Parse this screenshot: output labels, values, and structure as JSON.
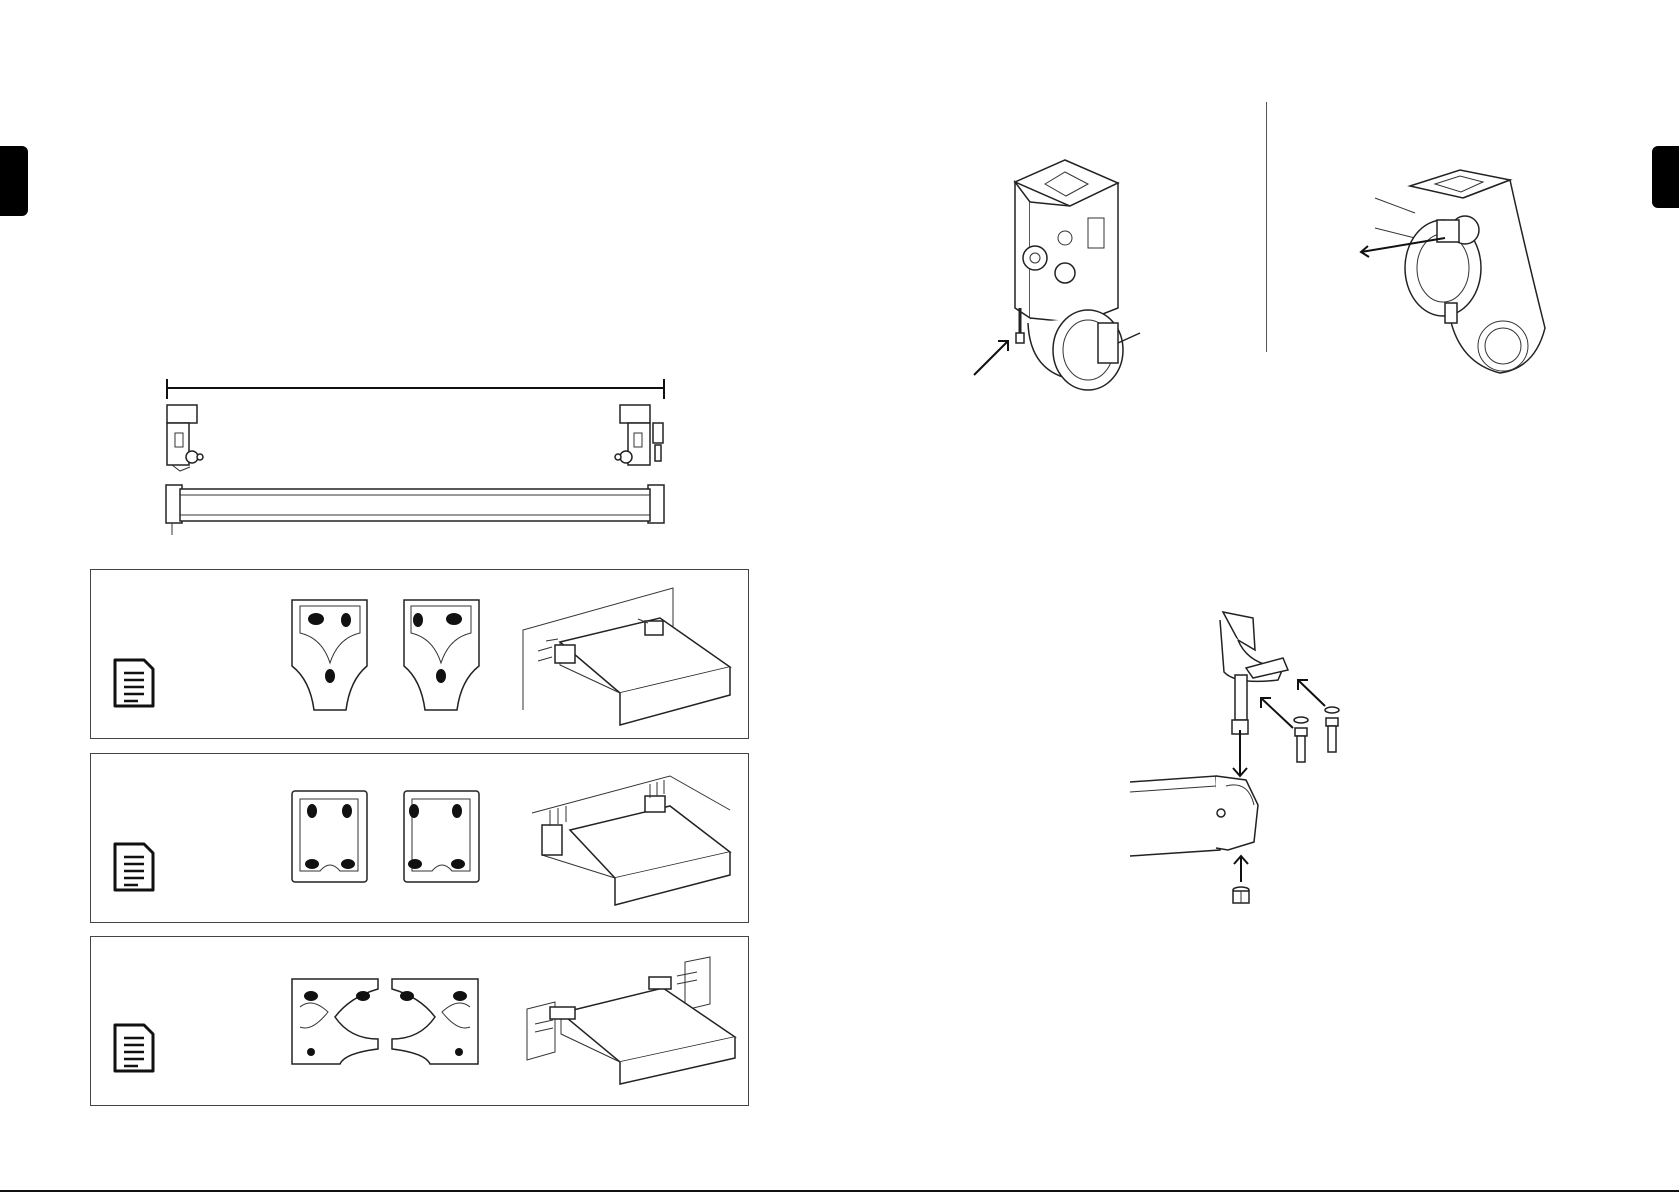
{
  "page": {
    "tab_color": "#000000",
    "mounting_options": [
      {
        "id": "wall",
        "doc_icon": "document-icon"
      },
      {
        "id": "ceiling",
        "doc_icon": "document-icon"
      },
      {
        "id": "side",
        "doc_icon": "document-icon"
      }
    ]
  }
}
